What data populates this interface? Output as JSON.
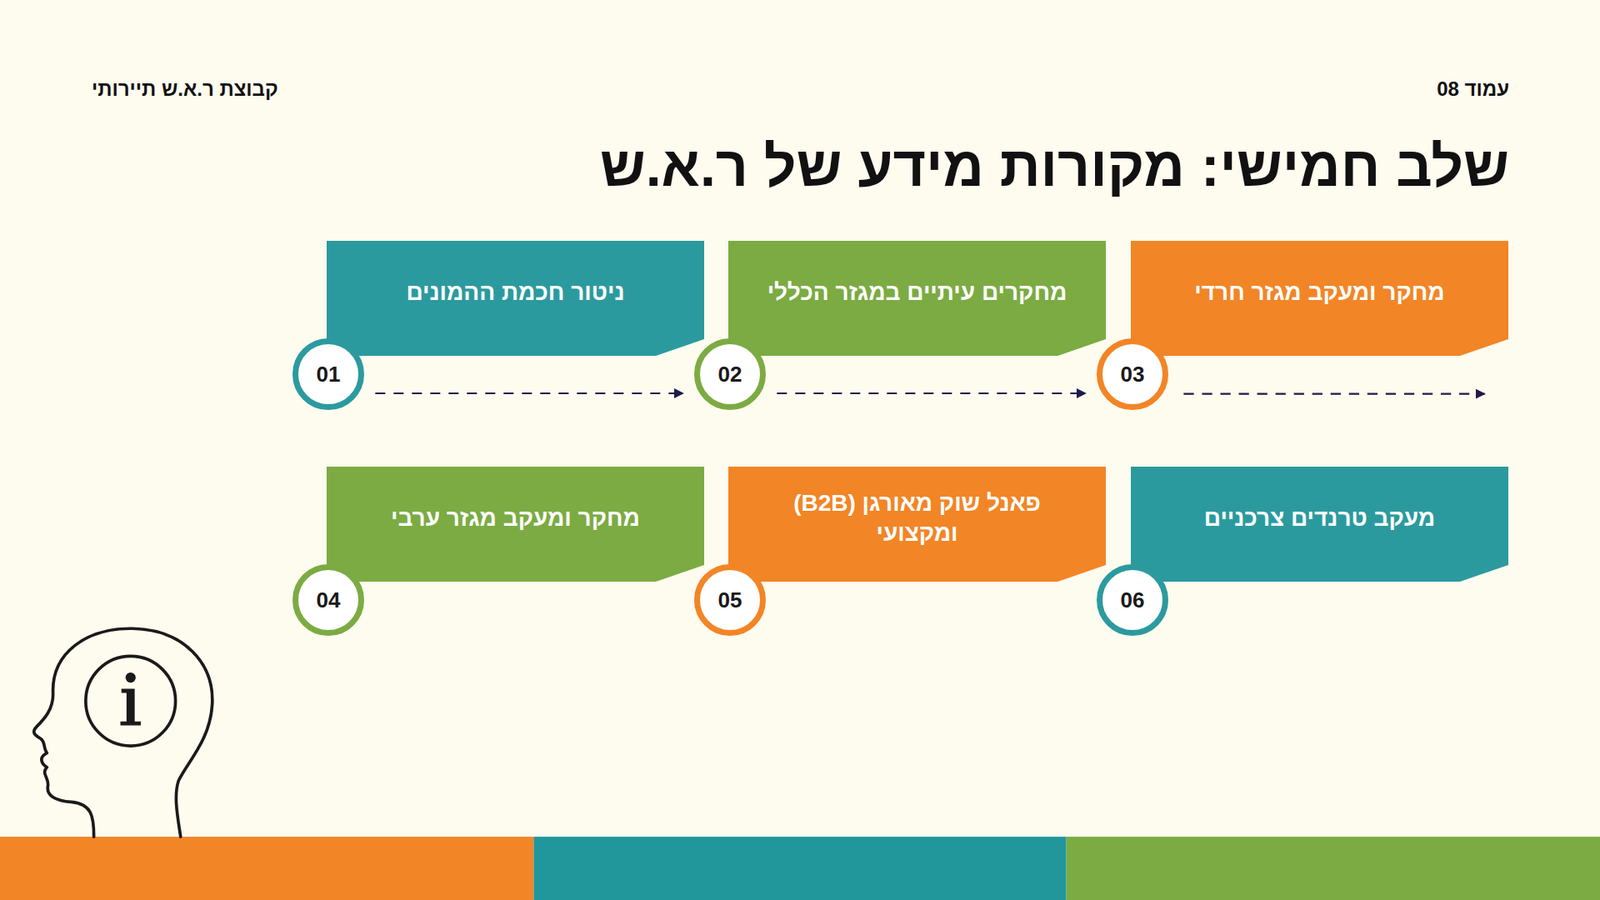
{
  "diagram": {
    "title": "שלב חמישי: מקורות מידע של ר.א.ש",
    "nodes": [
      {
        "text": [
          "ניטור חכמת ההמונים"
        ]
      },
      {
        "text": [
          "01"
        ]
      },
      {
        "text": [
          "מחקרים עיתיים במגזר הכללי"
        ]
      },
      {
        "text": [
          "02"
        ]
      },
      {
        "text": [
          "מחקר ומעקב מגזר חרדי"
        ]
      },
      {
        "text": [
          "03"
        ]
      },
      {
        "text": [
          "מחקר ומעקב מגזר ערבי"
        ]
      },
      {
        "text": [
          "04"
        ]
      },
      {
        "text": [
          "פאנל שוק מאורגן (B2B) ומקצועי"
        ]
      },
      {
        "text": [
          "05"
        ]
      },
      {
        "text": [
          "מעקב טרנדים צרכניים"
        ]
      },
      {
        "text": [
          "06"
        ]
      }
    ],
    "edges": [
      {
        "from": 1,
        "to": 3,
        "arrow": "to"
      },
      {
        "from": 3,
        "to": 5,
        "arrow": "to"
      }
    ],
    "labels": [
      "עמוד 08",
      "קבוצת ר.א.ש תיירותי"
    ]
  }
}
